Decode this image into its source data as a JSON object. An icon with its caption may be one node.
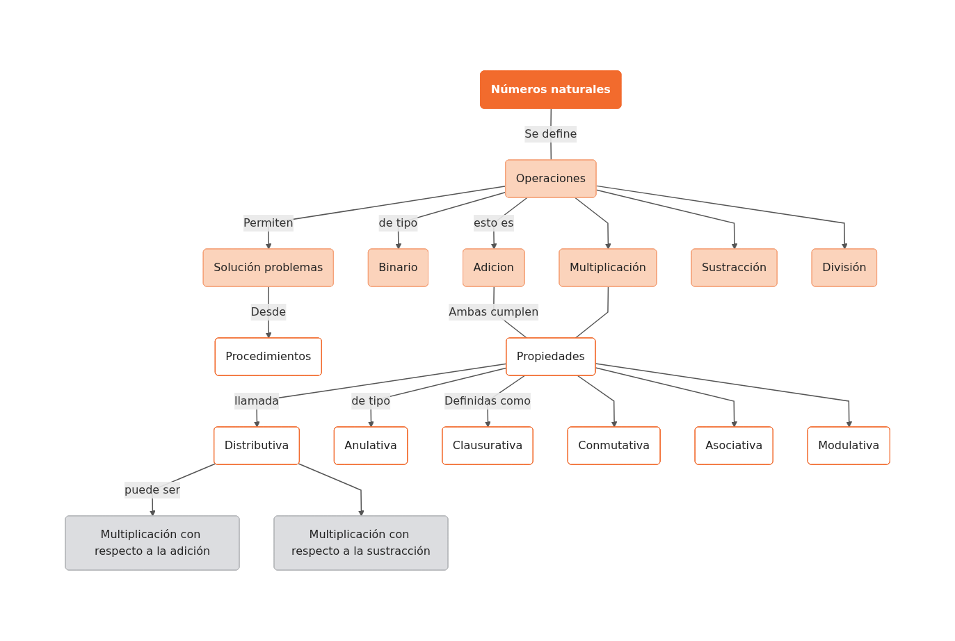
{
  "diagram": {
    "nodes": [
      {
        "text": [
          "Números naturales"
        ]
      },
      {
        "text": [
          "Operaciones"
        ]
      },
      {
        "text": [
          "Solución problemas"
        ]
      },
      {
        "text": [
          "Procedimientos"
        ]
      },
      {
        "text": [
          "Binario"
        ]
      },
      {
        "text": [
          "Adicion"
        ]
      },
      {
        "text": [
          "Multiplicación"
        ]
      },
      {
        "text": [
          "Sustracción"
        ]
      },
      {
        "text": [
          "División"
        ]
      },
      {
        "text": [
          "Propiedades"
        ]
      },
      {
        "text": [
          "Distributiva"
        ]
      },
      {
        "text": [
          "Anulativa"
        ]
      },
      {
        "text": [
          "Multiplicación con respecto a la adición"
        ]
      },
      {
        "text": [
          "Multiplicación con respecto a la sustracción"
        ]
      },
      {
        "text": [
          "Clausurativa"
        ]
      },
      {
        "text": [
          "Conmutativa"
        ]
      },
      {
        "text": [
          "Asociativa"
        ]
      },
      {
        "text": [
          "Modulativa"
        ]
      }
    ],
    "edges": [
      {
        "from": 0,
        "to": 1,
        "arrow": "none",
        "label": "Se define"
      },
      {
        "from": 1,
        "to": 2,
        "arrow": "to",
        "label": "Permiten"
      },
      {
        "from": 2,
        "to": 3,
        "arrow": "to",
        "label": "Desde"
      },
      {
        "from": 1,
        "to": 4,
        "arrow": "to",
        "label": "de tipo"
      },
      {
        "from": 1,
        "to": 5,
        "arrow": "to",
        "label": "esto es"
      },
      {
        "from": 1,
        "to": 6,
        "arrow": "to"
      },
      {
        "from": 1,
        "to": 7,
        "arrow": "to"
      },
      {
        "from": 1,
        "to": 8,
        "arrow": "to"
      },
      {
        "from": 5,
        "to": 9,
        "arrow": "none",
        "label": "Ambas cumplen"
      },
      {
        "from": 6,
        "to": 9,
        "arrow": "none"
      },
      {
        "from": 9,
        "to": 10,
        "arrow": "to",
        "label": "llamada"
      },
      {
        "from": 9,
        "to": 11,
        "arrow": "to",
        "label": "de tipo"
      },
      {
        "from": 10,
        "to": 12,
        "arrow": "to",
        "label": "puede ser"
      },
      {
        "from": 10,
        "to": 13,
        "arrow": "to"
      },
      {
        "from": 9,
        "to": 14,
        "arrow": "to",
        "label": "Definidas como"
      },
      {
        "from": 9,
        "to": 15,
        "arrow": "to"
      },
      {
        "from": 9,
        "to": 16,
        "arrow": "to"
      },
      {
        "from": 9,
        "to": 17,
        "arrow": "to"
      }
    ]
  }
}
